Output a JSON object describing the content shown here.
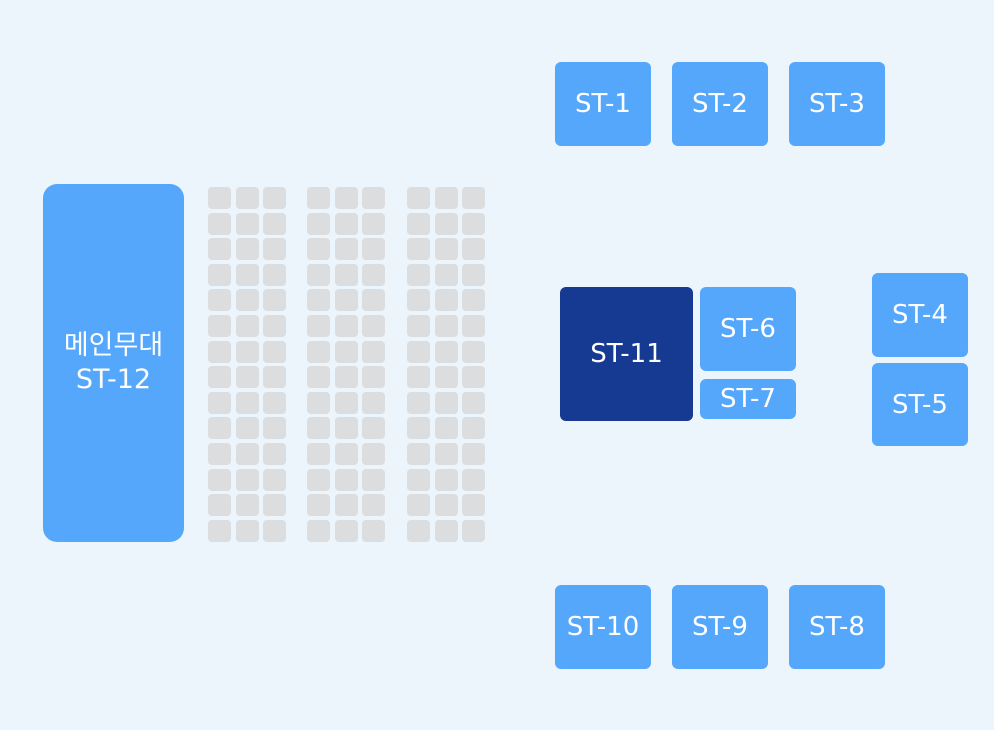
{
  "stage": {
    "name": "메인무대",
    "code": "ST-12"
  },
  "booths": {
    "st1": "ST-1",
    "st2": "ST-2",
    "st3": "ST-3",
    "st4": "ST-4",
    "st5": "ST-5",
    "st6": "ST-6",
    "st7": "ST-7",
    "st8": "ST-8",
    "st9": "ST-9",
    "st10": "ST-10",
    "st11": "ST-11"
  },
  "selected_booth": "ST-11",
  "seating": {
    "blocks": 3,
    "rows_per_block": 14,
    "cols_per_block": 3
  },
  "colors": {
    "background": "#edf5fc",
    "booth": "#55a7fb",
    "booth_selected": "#163a91",
    "seat": "#dcdddf",
    "label": "#ffffff"
  }
}
